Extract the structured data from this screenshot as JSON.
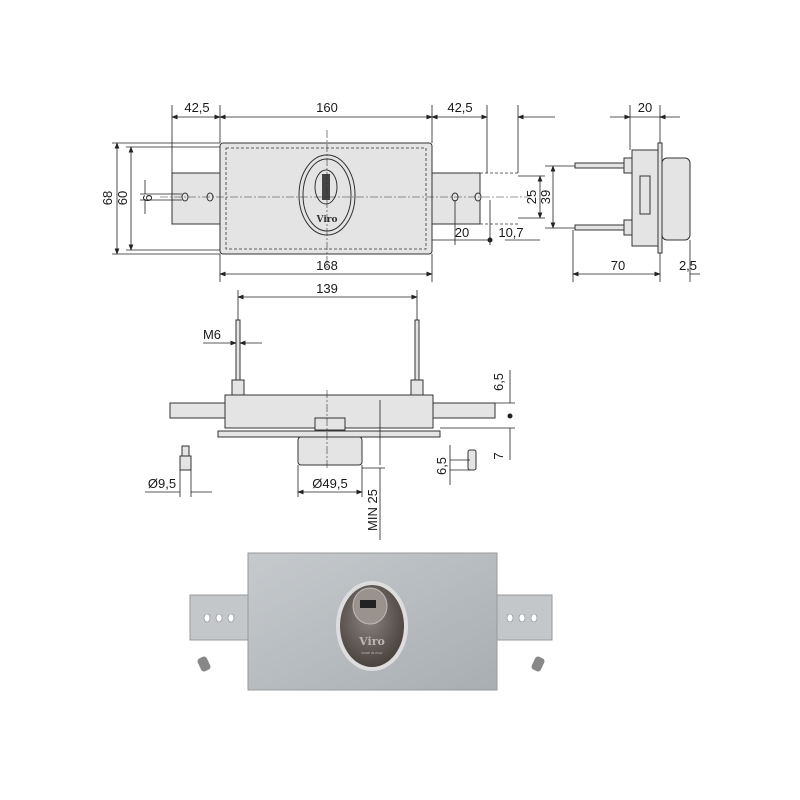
{
  "front_view": {
    "dims": {
      "left_tongue": "42,5",
      "body_width": "160",
      "right_tongue": "42,5",
      "height_outer": "68",
      "height_inner": "60",
      "hole": "6",
      "plate_width": "168",
      "hole_offset": "20",
      "tongue_extra": "10,7",
      "tongue_height": "25",
      "stud_spacing": "39"
    },
    "logo": "Viro"
  },
  "side_view": {
    "dims": {
      "depth": "20",
      "stud_length": "70",
      "plate_thickness": "2,5"
    }
  },
  "bottom_view": {
    "dims": {
      "stud_spacing": "139",
      "thread": "M6",
      "top_offset": "6,5",
      "bottom_offset": "7",
      "pin_diameter": "Ø9,5",
      "cylinder_diameter": "Ø49,5",
      "min_depth": "MIN 25",
      "pin_height": "6,5"
    }
  },
  "photo": {
    "logo": "Viro",
    "marking": "MADE IN ITALY"
  },
  "colors": {
    "line": "#222222",
    "part_fill": "#e4e4e4",
    "photo_plate": "#b9bdc1",
    "escutcheon": "#5a5350"
  }
}
